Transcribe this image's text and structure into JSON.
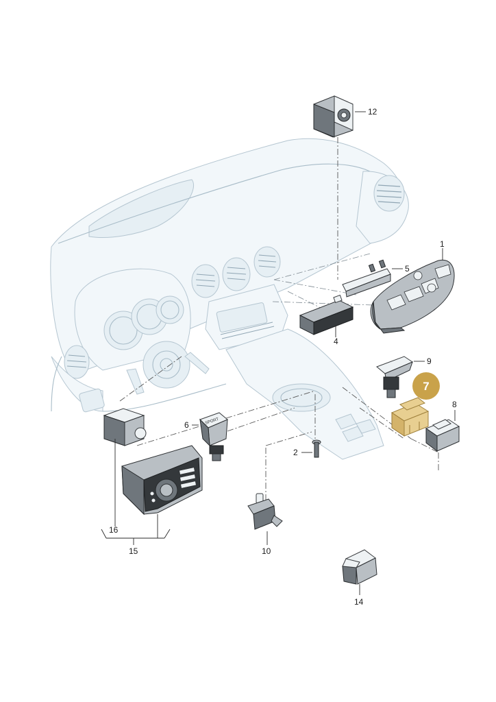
{
  "callouts": [
    {
      "id": "1",
      "label": "1"
    },
    {
      "id": "2",
      "label": "2"
    },
    {
      "id": "4",
      "label": "4"
    },
    {
      "id": "5",
      "label": "5"
    },
    {
      "id": "6",
      "label": "6"
    },
    {
      "id": "8",
      "label": "8"
    },
    {
      "id": "9",
      "label": "9"
    },
    {
      "id": "10",
      "label": "10"
    },
    {
      "id": "12",
      "label": "12"
    },
    {
      "id": "14",
      "label": "14"
    },
    {
      "id": "15",
      "label": "15"
    },
    {
      "id": "16",
      "label": "16"
    }
  ],
  "highlight": {
    "label": "7",
    "color": "#c9a24a"
  },
  "part_labels": {
    "sport_button": "SPORT"
  }
}
